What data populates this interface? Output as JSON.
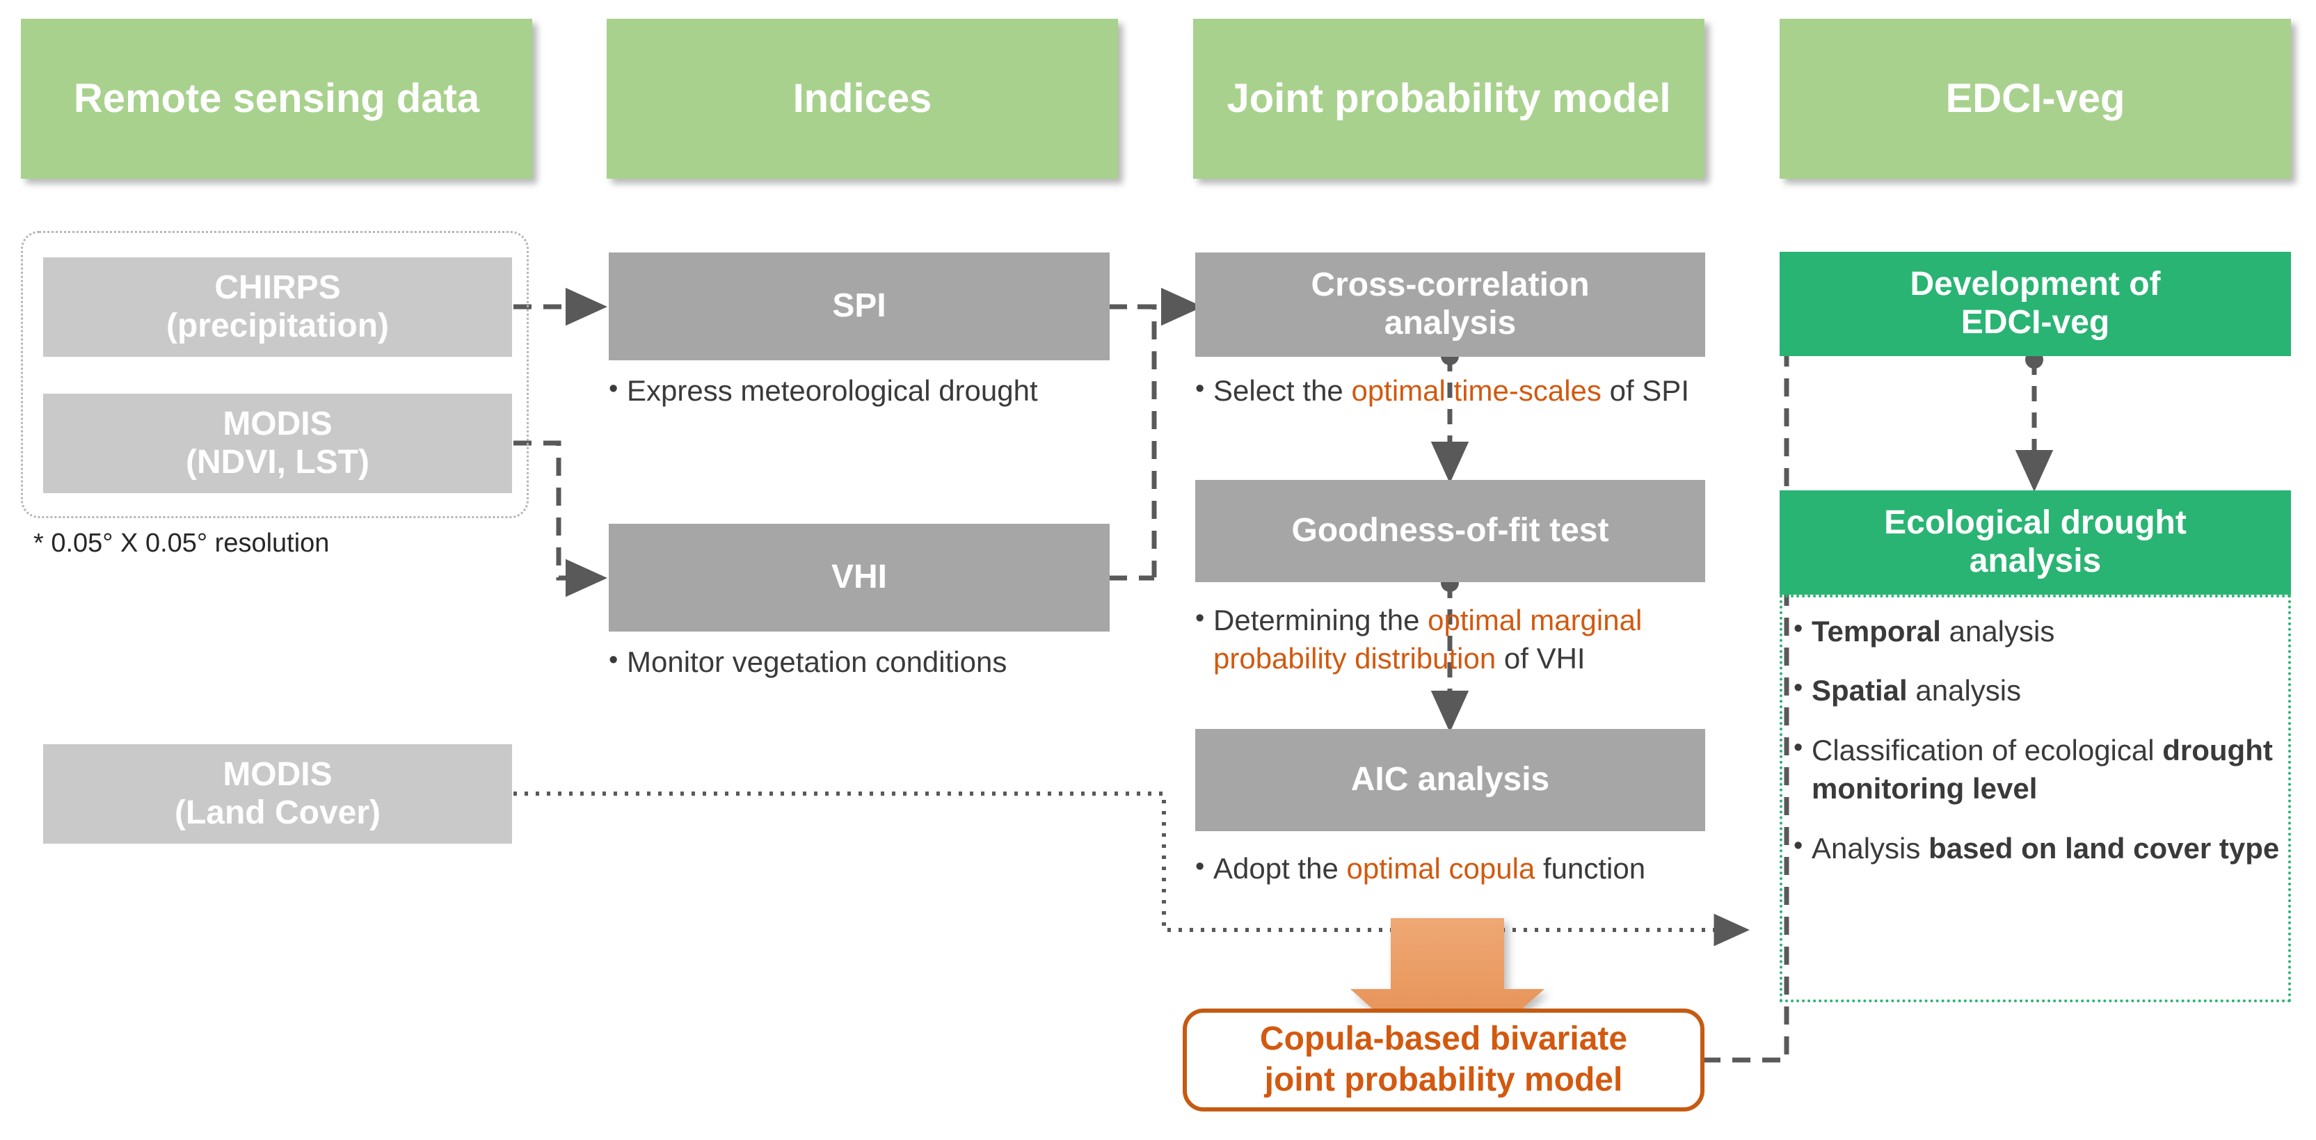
{
  "colors": {
    "header_green": "#a9d18e",
    "stage_gray": "#a6a6a6",
    "stage_gray_light": "#c9c9c9",
    "stage_green": "#29b473",
    "accent_orange": "#d2590f",
    "arrow_orange": "#ed9b60",
    "connector_gray": "#595959"
  },
  "headers": [
    {
      "label": "Remote sensing data"
    },
    {
      "label": "Indices"
    },
    {
      "label": "Joint probability model"
    },
    {
      "label": "EDCI-veg"
    }
  ],
  "col1": {
    "chirps": "CHIRPS\n(precipitation)",
    "chirps_line1": "CHIRPS",
    "chirps_line2": "(precipitation)",
    "modis": "MODIS\n(NDVI, LST)",
    "modis_line1": "MODIS",
    "modis_line2": "(NDVI, LST)",
    "resolution_note": "* 0.05° X 0.05° resolution",
    "landcover_line1": "MODIS",
    "landcover_line2": "(Land Cover)"
  },
  "col2": {
    "spi": "SPI",
    "spi_bullet": "Express meteorological drought",
    "vhi": "VHI",
    "vhi_bullet": "Monitor vegetation conditions"
  },
  "col3": {
    "cross_correlation_line1": "Cross-correlation",
    "cross_correlation_line2": "analysis",
    "cc_bullet_pre": "Select the ",
    "cc_bullet_hl": "optimal time-scales",
    "cc_bullet_post": " of SPI",
    "goodness": "Goodness-of-fit test",
    "gof_bullet_pre": "Determining the ",
    "gof_bullet_hl": "optimal marginal probability distribution",
    "gof_bullet_post": " of VHI",
    "aic": "AIC analysis",
    "aic_bullet_pre": "Adopt the ",
    "aic_bullet_hl": "optimal copula",
    "aic_bullet_post": " function",
    "copula_line1": "Copula-based bivariate",
    "copula_line2": "joint probability model"
  },
  "col4": {
    "development_line1": "Development of",
    "development_line2": "EDCI-veg",
    "eco_line1": "Ecological drought",
    "eco_line2": "analysis",
    "bullets": [
      {
        "bold_lead": "Temporal",
        "rest": " analysis"
      },
      {
        "bold_lead": "Spatial",
        "rest": " analysis"
      },
      {
        "plain": "Classification of ecological ",
        "bold_tail": "drought monitoring level"
      },
      {
        "plain": "Analysis ",
        "bold_tail": "based on land cover type"
      }
    ]
  }
}
